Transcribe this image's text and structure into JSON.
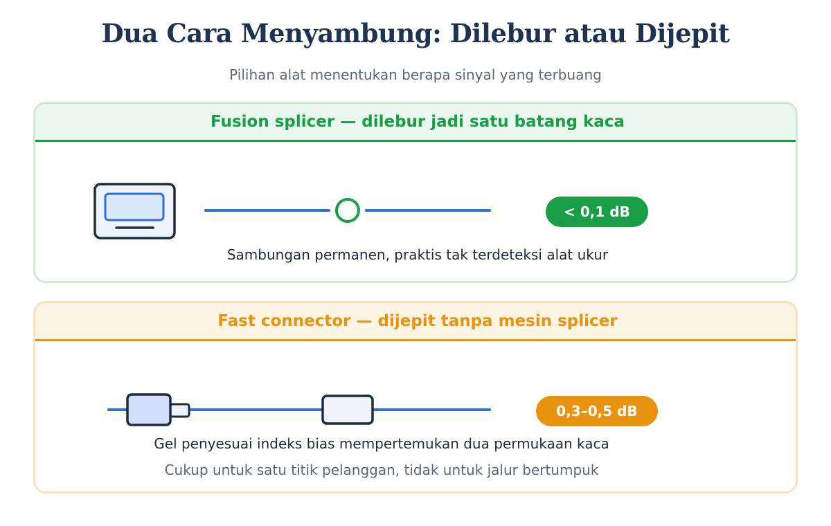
{
  "header": {
    "title": "Dua Cara Menyambung: Dilebur atau Dijepit",
    "subtitle": "Pilihan alat menentukan berapa sinyal yang terbuang"
  },
  "fusion": {
    "heading": "Fusion splicer — dilebur jadi satu batang kaca",
    "loss_badge": "< 0,1 dB",
    "caption": "Sambungan permanen, praktis tak terdeteksi alat ukur",
    "color": "#1a9d47"
  },
  "fast_connector": {
    "heading": "Fast connector — dijepit tanpa mesin splicer",
    "loss_badge": "0,3–0,5 dB",
    "caption": "Gel penyesuai indeks bias mempertemukan dua permukaan kaca",
    "note": "Cukup untuk satu titik pelanggan, tidak untuk jalur bertumpuk",
    "color": "#e8930f"
  },
  "colors": {
    "fiber": "#2f6fd6",
    "device_outline": "#1f2a3c",
    "device_fill": "#dce8fb"
  }
}
